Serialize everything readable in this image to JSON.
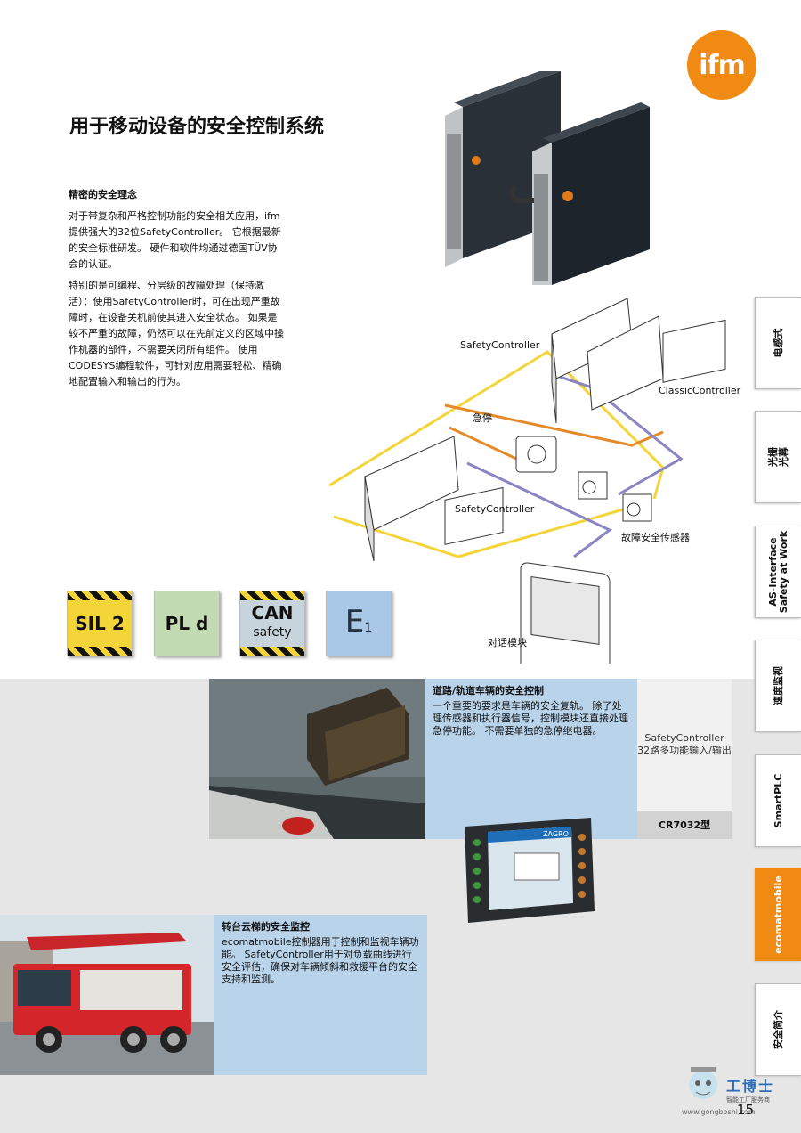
{
  "brand": {
    "logo_text": "ifm"
  },
  "page": {
    "title": "用于移动设备的安全控制系统",
    "number": "15"
  },
  "intro": {
    "heading": "精密的安全理念",
    "para1": "对于带复杂和严格控制功能的安全相关应用，ifm提供强大的32位SafetyController。 它根据最新的安全标准研发。 硬件和软件均通过德国TÜV协会的认证。",
    "para2": "特别的是可编程、分层级的故障处理（保持激活）：使用SafetyController时，可在出现严重故障时，在设备关机前使其进入安全状态。 如果是较不严重的故障，仍然可以在先前定义的区域中操作机器的部件，不需要关闭所有组件。 使用CODESYS编程软件，可针对应用需要轻松、精确地配置输入和输出的行为。"
  },
  "diagram": {
    "label_safety_top": "SafetyController",
    "label_classic": "ClassicController",
    "label_estop": "急停",
    "label_safety_bottom": "SafetyController",
    "label_sensor": "故障安全传感器",
    "label_dialog": "对话模块"
  },
  "badges": [
    {
      "name": "sil2",
      "text": "SIL 2"
    },
    {
      "name": "pld",
      "text": "PL d"
    },
    {
      "name": "can-top",
      "text": "CAN"
    },
    {
      "name": "can-bottom",
      "text": "safety"
    },
    {
      "name": "e1",
      "text": "E"
    },
    {
      "name": "e1-sub",
      "text": "1"
    }
  ],
  "road_rail": {
    "heading": "道路/轨道车辆的安全控制",
    "body": "一个重要的要求是车辆的安全复轨。 除了处理传感器和执行器信号，控制模块还直接处理急停功能。 不需要单独的急停继电器。"
  },
  "product_caption": {
    "text": "SafetyController 32路多功能输入/输出",
    "model": "CR7032型"
  },
  "turntable": {
    "heading": "转台云梯的安全监控",
    "body": "ecomatmobile控制器用于控制和监视车辆功能。 SafetyController用于对负载曲线进行安全评估，确保对车辆倾斜和救援平台的安全支持和监测。"
  },
  "side_tabs": [
    {
      "label": "电感式",
      "active": false
    },
    {
      "label": "光栅\n光幕",
      "active": false
    },
    {
      "label": "AS-Interface\nSafety at Work",
      "active": false
    },
    {
      "label": "速度监视",
      "active": false
    },
    {
      "label": "SmartPLC",
      "active": false
    },
    {
      "label": "ecomatmobile",
      "active": true
    },
    {
      "label": "安全简介",
      "active": false
    }
  ],
  "display_screen": {
    "brand": "ZAGRO"
  },
  "watermark": {
    "title": "工博士",
    "subtitle": "智能工厂服务商",
    "url": "www.gongboshi.com"
  },
  "colors": {
    "accent": "#f08a12",
    "box_blue": "#b9d3ea",
    "wire_yellow": "#f3d53a",
    "wire_orange": "#e58a2a",
    "wire_purple": "#8a86c4"
  }
}
